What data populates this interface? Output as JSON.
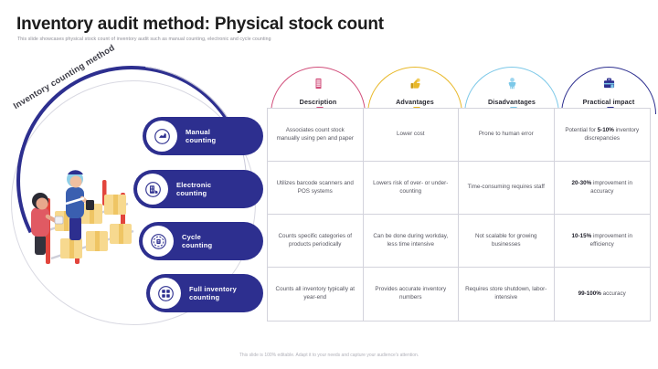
{
  "slide": {
    "title": "Inventory audit method: Physical stock count",
    "subtitle": "This slide showcases physical stock count of inventory audit such as manual counting, electronic and cycle counting",
    "footer": "This slide is 100% editable. Adapt it to your needs and capture your audience's attention."
  },
  "left_panel": {
    "arc_label": "Inventory counting method",
    "illustration_name": "warehouse-stock-count-illustration"
  },
  "colors": {
    "brand_navy": "#2d2f8f",
    "description": "#d14d7a",
    "advantages": "#e8b829",
    "disadvantages": "#7cc8e8",
    "practical_impact": "#2d2f8f"
  },
  "columns": [
    {
      "label": "Description",
      "icon": "document-list-icon",
      "color": "#d14d7a"
    },
    {
      "label": "Advantages",
      "icon": "thumbs-up-icon",
      "color": "#e8b829"
    },
    {
      "label": "Disadvantages",
      "icon": "thumbs-down-icon",
      "color": "#7cc8e8"
    },
    {
      "label": "Practical impact",
      "icon": "briefcase-icon",
      "color": "#2d2f8f"
    }
  ],
  "methods": [
    {
      "label_line1": "Manual",
      "label_line2": "counting",
      "icon": "hand-writing-icon"
    },
    {
      "label_line1": "Electronic",
      "label_line2": "counting",
      "icon": "barcode-scanner-icon"
    },
    {
      "label_line1": "Cycle",
      "label_line2": "counting",
      "icon": "cycle-refresh-icon"
    },
    {
      "label_line1": "Full inventory",
      "label_line2": "counting",
      "icon": "warehouse-grid-icon"
    }
  ],
  "rows": [
    {
      "description": "Associates count stock manually using pen and paper",
      "advantages": "Lower cost",
      "disadvantages": "Prone to human error",
      "impact_metric": "5-10%",
      "impact_rest": " inventory discrepancies",
      "impact_prefix": "Potential for "
    },
    {
      "description": "Utilizes barcode scanners and POS systems",
      "advantages": "Lowers risk of over- or under-counting",
      "disadvantages": "Time-consuming requires staff",
      "impact_metric": "20-30%",
      "impact_rest": " improvement in accuracy",
      "impact_prefix": ""
    },
    {
      "description": "Counts specific categories of products periodically",
      "advantages": "Can be done during workday, less time intensive",
      "disadvantages": "Not scalable for growing businesses",
      "impact_metric": "10-15%",
      "impact_rest": " improvement in efficiency",
      "impact_prefix": ""
    },
    {
      "description": "Counts all inventory typically at year-end",
      "advantages": "Provides accurate inventory numbers",
      "disadvantages": "Requires store shutdown, labor-intensive",
      "impact_metric": "99-100%",
      "impact_rest": " accuracy",
      "impact_prefix": ""
    }
  ]
}
